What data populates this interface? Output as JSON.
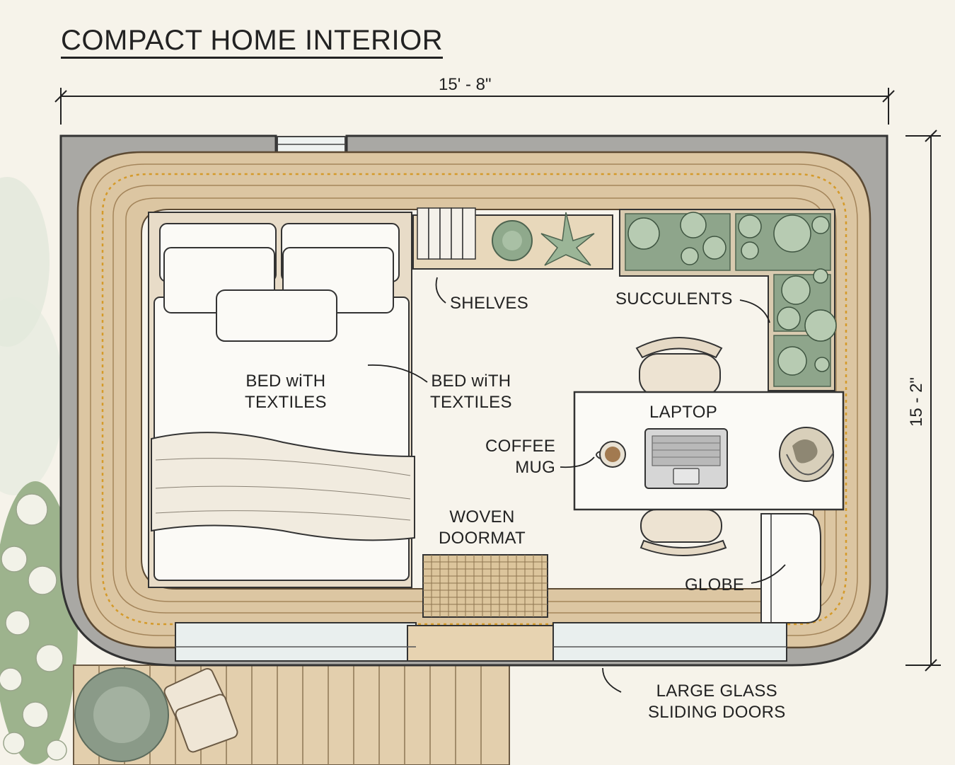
{
  "title": "COMPACT HOME INTERIOR",
  "dimensions": {
    "width": "15' - 8\"",
    "height": "15 - 2\""
  },
  "labels": {
    "shelves": "SHELVES",
    "succulents": "SUCCULENTS",
    "bed_inside_line1": "BED wiTH",
    "bed_inside_line2": "TEXTILES",
    "bed_callout_line1": "BED wiTH",
    "bed_callout_line2": "TEXTILES",
    "laptop": "LAPTOP",
    "coffee_line1": "COFFEE",
    "coffee_line2": "MUG",
    "doormat_line1": "WOVEN",
    "doormat_line2": "DOORMAT",
    "globe": "GLOBE",
    "doors_line1": "LARGE GLASS",
    "doors_line2": "SLIDING DOORS"
  },
  "colors": {
    "wall": "#a9a8a4",
    "wood": "#dcc6a2",
    "floor": "#f7f4ec",
    "led": "#d49a2a",
    "plant": "#7f9a7d",
    "deck": "#e3cfad"
  }
}
